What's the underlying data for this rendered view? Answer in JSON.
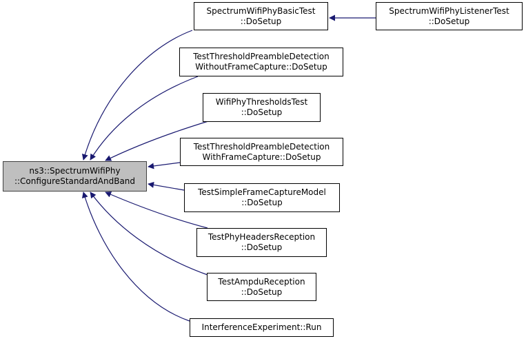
{
  "graph": {
    "root": {
      "line1": "ns3::SpectrumWifiPhy",
      "line2": "::ConfigureStandardAndBand"
    },
    "nodes": [
      {
        "id": "basic",
        "line1": "SpectrumWifiPhyBasicTest",
        "line2": "::DoSetup"
      },
      {
        "id": "listener",
        "line1": "SpectrumWifiPhyListenerTest",
        "line2": "::DoSetup"
      },
      {
        "id": "tpd-without",
        "line1": "TestThresholdPreambleDetection",
        "line2": "WithoutFrameCapture::DoSetup"
      },
      {
        "id": "thresholds",
        "line1": "WifiPhyThresholdsTest",
        "line2": "::DoSetup"
      },
      {
        "id": "tpd-with",
        "line1": "TestThresholdPreambleDetection",
        "line2": "WithFrameCapture::DoSetup"
      },
      {
        "id": "simple-fc",
        "line1": "TestSimpleFrameCaptureModel",
        "line2": "::DoSetup"
      },
      {
        "id": "headers",
        "line1": "TestPhyHeadersReception",
        "line2": "::DoSetup"
      },
      {
        "id": "ampdu",
        "line1": "TestAmpduReception",
        "line2": "::DoSetup"
      },
      {
        "id": "interference",
        "line1": "InterferenceExperiment::Run",
        "line2": ""
      }
    ],
    "edges": [
      {
        "from": "basic",
        "to": "root"
      },
      {
        "from": "listener",
        "to": "basic"
      },
      {
        "from": "tpd-without",
        "to": "root"
      },
      {
        "from": "thresholds",
        "to": "root"
      },
      {
        "from": "tpd-with",
        "to": "root"
      },
      {
        "from": "simple-fc",
        "to": "root"
      },
      {
        "from": "headers",
        "to": "root"
      },
      {
        "from": "ampdu",
        "to": "root"
      },
      {
        "from": "interference",
        "to": "root"
      }
    ],
    "colors": {
      "edge": "#191970",
      "root_fill": "#bfbfbf",
      "node_border": "#000000"
    }
  }
}
